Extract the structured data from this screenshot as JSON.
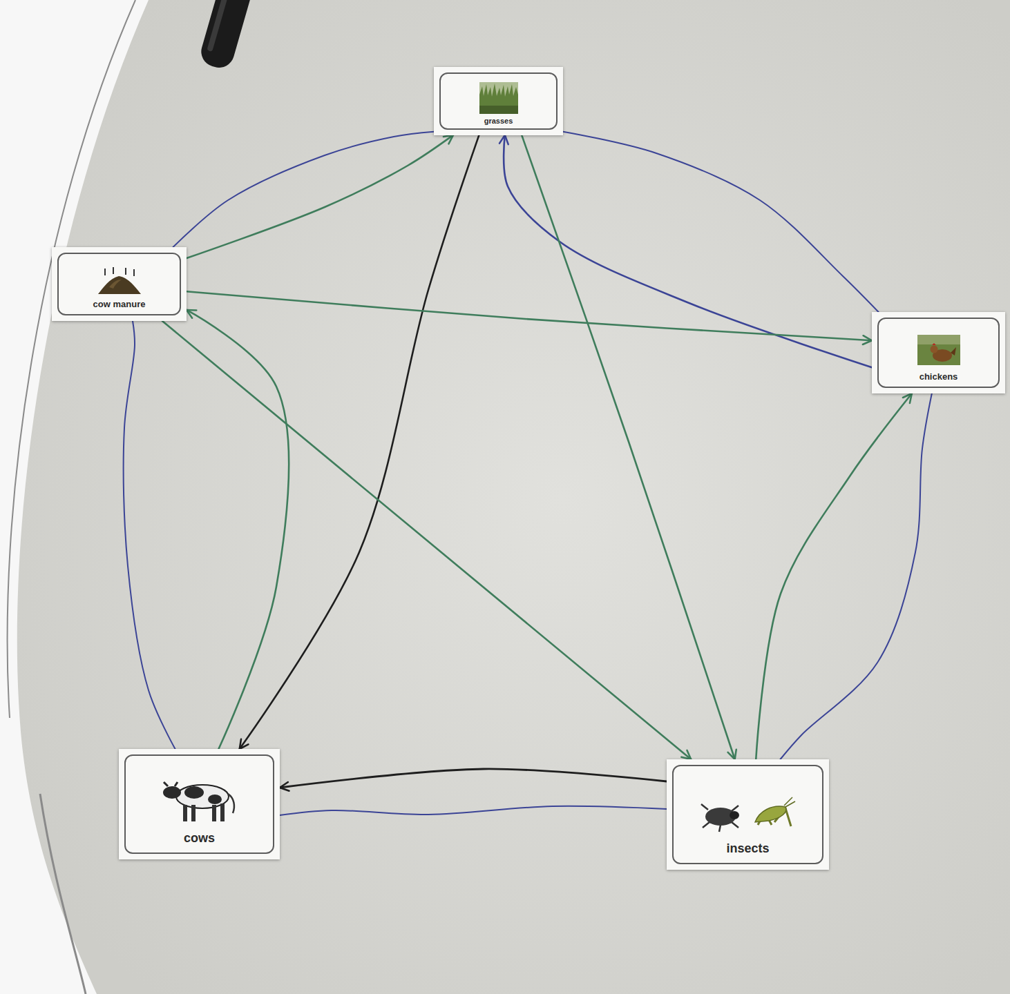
{
  "diagram": {
    "nodes": [
      {
        "text": [
          "grasses"
        ]
      },
      {
        "text": [
          "cow manure"
        ]
      },
      {
        "text": [
          "chickens"
        ]
      },
      {
        "text": [
          "cows"
        ]
      },
      {
        "text": [
          "insects"
        ]
      }
    ],
    "edges": [
      {
        "from": 1,
        "to": 0,
        "arrow": "to"
      },
      {
        "from": 0,
        "to": 3,
        "arrow": "to"
      },
      {
        "from": 2,
        "to": 0,
        "arrow": "to"
      },
      {
        "from": 0,
        "to": 4,
        "arrow": "to"
      },
      {
        "from": 1,
        "to": 2,
        "arrow": "to"
      },
      {
        "from": 1,
        "to": 4,
        "arrow": "to"
      },
      {
        "from": 3,
        "to": 1,
        "arrow": "to"
      },
      {
        "from": 4,
        "to": 2,
        "arrow": "to"
      },
      {
        "from": 4,
        "to": 3,
        "arrow": "to"
      },
      {
        "from": 0,
        "to": 2,
        "arrow": "none"
      },
      {
        "from": 2,
        "to": 4,
        "arrow": "none"
      },
      {
        "from": 4,
        "to": 3,
        "arrow": "none"
      },
      {
        "from": 3,
        "to": 1,
        "arrow": "none"
      },
      {
        "from": 1,
        "to": 0,
        "arrow": "none"
      }
    ]
  }
}
